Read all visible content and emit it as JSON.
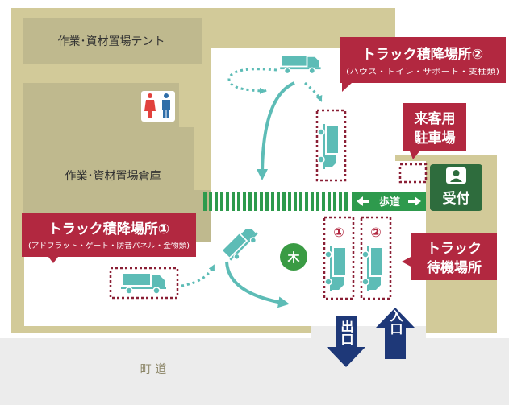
{
  "areas": {
    "tent": "作業･資材置場テント",
    "warehouse": "作業･資材置場倉庫",
    "town_road": "町 道",
    "tree": "木"
  },
  "labels": {
    "unload1_title": "トラック積降場所①",
    "unload1_sub": "(アドフラット・ゲート・防音パネル・金物類)",
    "unload2_title": "トラック積降場所②",
    "unload2_sub": "(ハウス・トイレ・サポート・支柱類)",
    "visitor_line1": "来客用",
    "visitor_line2": "駐車場",
    "waiting_line1": "トラック",
    "waiting_line2": "待機場所",
    "reception": "受付",
    "sidewalk": "歩道",
    "bay1": "①",
    "bay2": "②",
    "exit": "出口",
    "entrance": "入口"
  },
  "colors": {
    "site_tan": "#d2ca99",
    "building": "#bfb98e",
    "label_red": "#b22840",
    "truck_teal": "#5dbcb6",
    "crosswalk_green": "#2e9a4d",
    "arrow_navy": "#1e3878",
    "reception_green": "#2e6c3d",
    "road_gray": "#ececec",
    "road_text": "#8c8668"
  },
  "icons": [
    "restroom-icon",
    "truck-icon",
    "tree-icon",
    "person-icon",
    "arrow-icon"
  ]
}
